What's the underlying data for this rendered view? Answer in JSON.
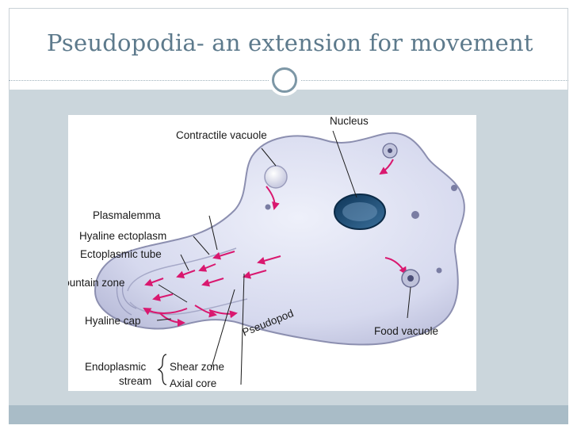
{
  "slide": {
    "title": "Pseudopodia- an extension for movement"
  },
  "diagram": {
    "labels": {
      "nucleus": "Nucleus",
      "contractile_vacuole": "Contractile vacuole",
      "plasmalemma": "Plasmalemma",
      "hyaline_ectoplasm": "Hyaline ectoplasm",
      "ectoplasmic_tube": "Ectoplasmic tube",
      "fountain_zone": "Fountain zone",
      "hyaline_cap": "Hyaline cap",
      "endoplasmic": "Endoplasmic",
      "stream": "stream",
      "shear_zone": "Shear zone",
      "axial_core": "Axial core",
      "pseudopod": "Pseudopod",
      "food_vacuole": "Food vacuole"
    },
    "colors": {
      "cell_fill": "#d9dcef",
      "cell_outline": "#8c8fb0",
      "arrow": "#d9186f",
      "nucleus": "#1f4f78"
    }
  },
  "theme": {
    "title_color": "#5d7a8c",
    "band_color": "#cbd6dc",
    "bar_color": "#a9bcc7",
    "ring_color": "#7d97a6"
  }
}
